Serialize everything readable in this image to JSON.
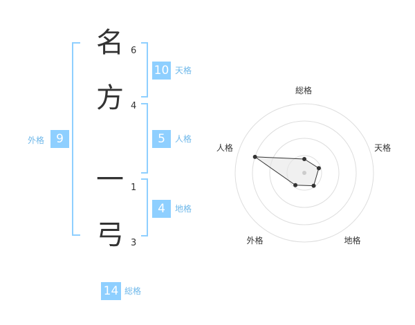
{
  "name": {
    "chars": [
      {
        "char": "名",
        "strokes": "6"
      },
      {
        "char": "方",
        "strokes": "4"
      },
      {
        "char": "一",
        "strokes": "1"
      },
      {
        "char": "弓",
        "strokes": "3"
      }
    ]
  },
  "fortunes": {
    "tenkaku": {
      "value": "10",
      "label": "天格"
    },
    "jinkaku": {
      "value": "5",
      "label": "人格"
    },
    "chikaku": {
      "value": "4",
      "label": "地格"
    },
    "gaikaku": {
      "value": "9",
      "label": "外格"
    },
    "soukaku": {
      "value": "14",
      "label": "総格"
    }
  },
  "chart_data": {
    "type": "radar",
    "axes": [
      "総格",
      "天格",
      "地格",
      "外格",
      "人格"
    ],
    "values": [
      0.2,
      0.22,
      0.23,
      0.22,
      0.75
    ],
    "rlim": [
      0,
      1
    ],
    "rings": 4,
    "colors": {
      "fill": "#e6e6e6",
      "stroke": "#333333",
      "ring": "#dddddd",
      "center": "#cccccc"
    }
  }
}
